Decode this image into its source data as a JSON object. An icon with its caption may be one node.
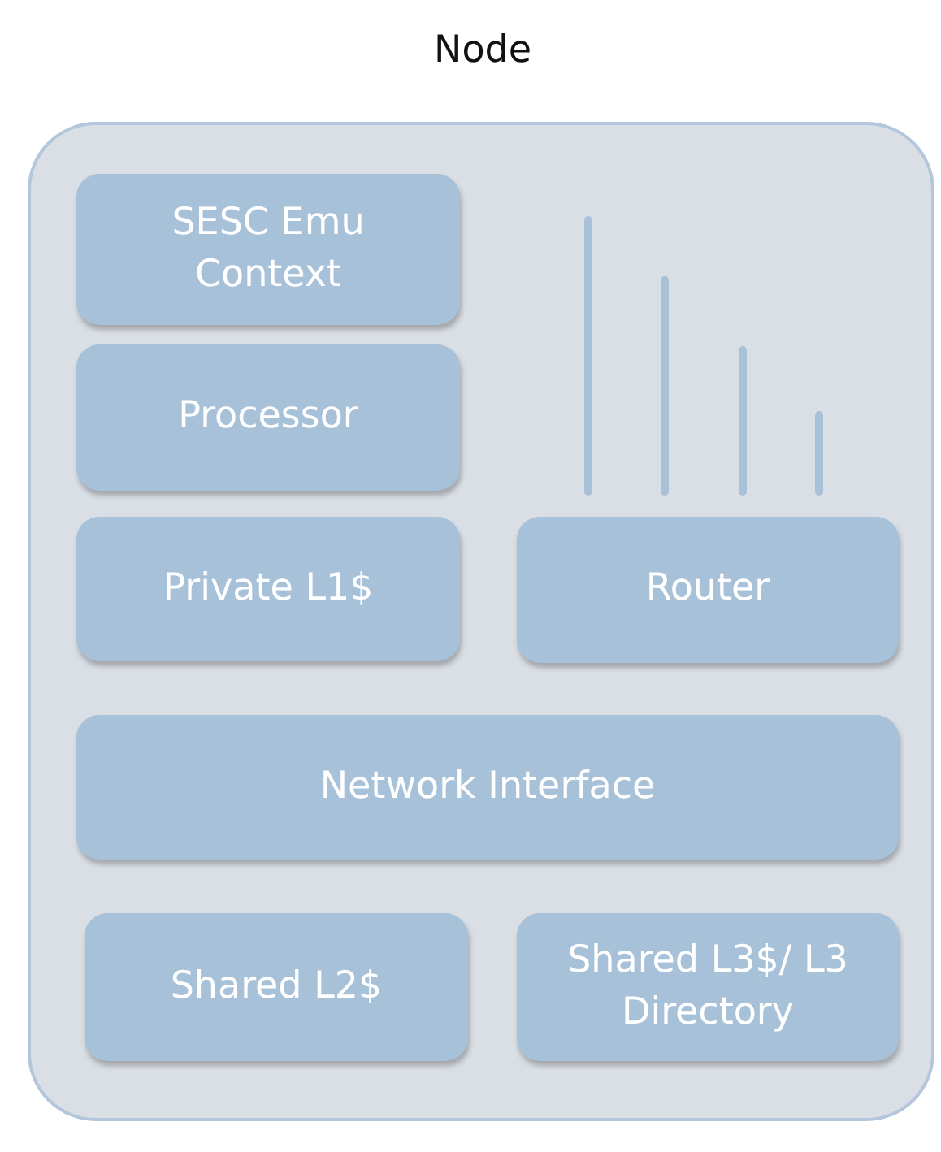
{
  "diagram": {
    "nodes": [
      {
        "text": [
          "Node"
        ]
      },
      {
        "text": [
          "SESC Emu Context"
        ],
        "in": 0
      },
      {
        "text": [
          "Processor"
        ],
        "in": 0
      },
      {
        "text": [
          "Private L1$"
        ],
        "in": 0
      },
      {
        "text": [
          "Router"
        ],
        "in": 0
      },
      {
        "text": [
          "Network Interface"
        ],
        "in": 0
      },
      {
        "text": [
          "Shared L2$"
        ],
        "in": 0
      },
      {
        "text": [
          "Shared L3$/ L3 Directory"
        ],
        "in": 0
      }
    ]
  }
}
